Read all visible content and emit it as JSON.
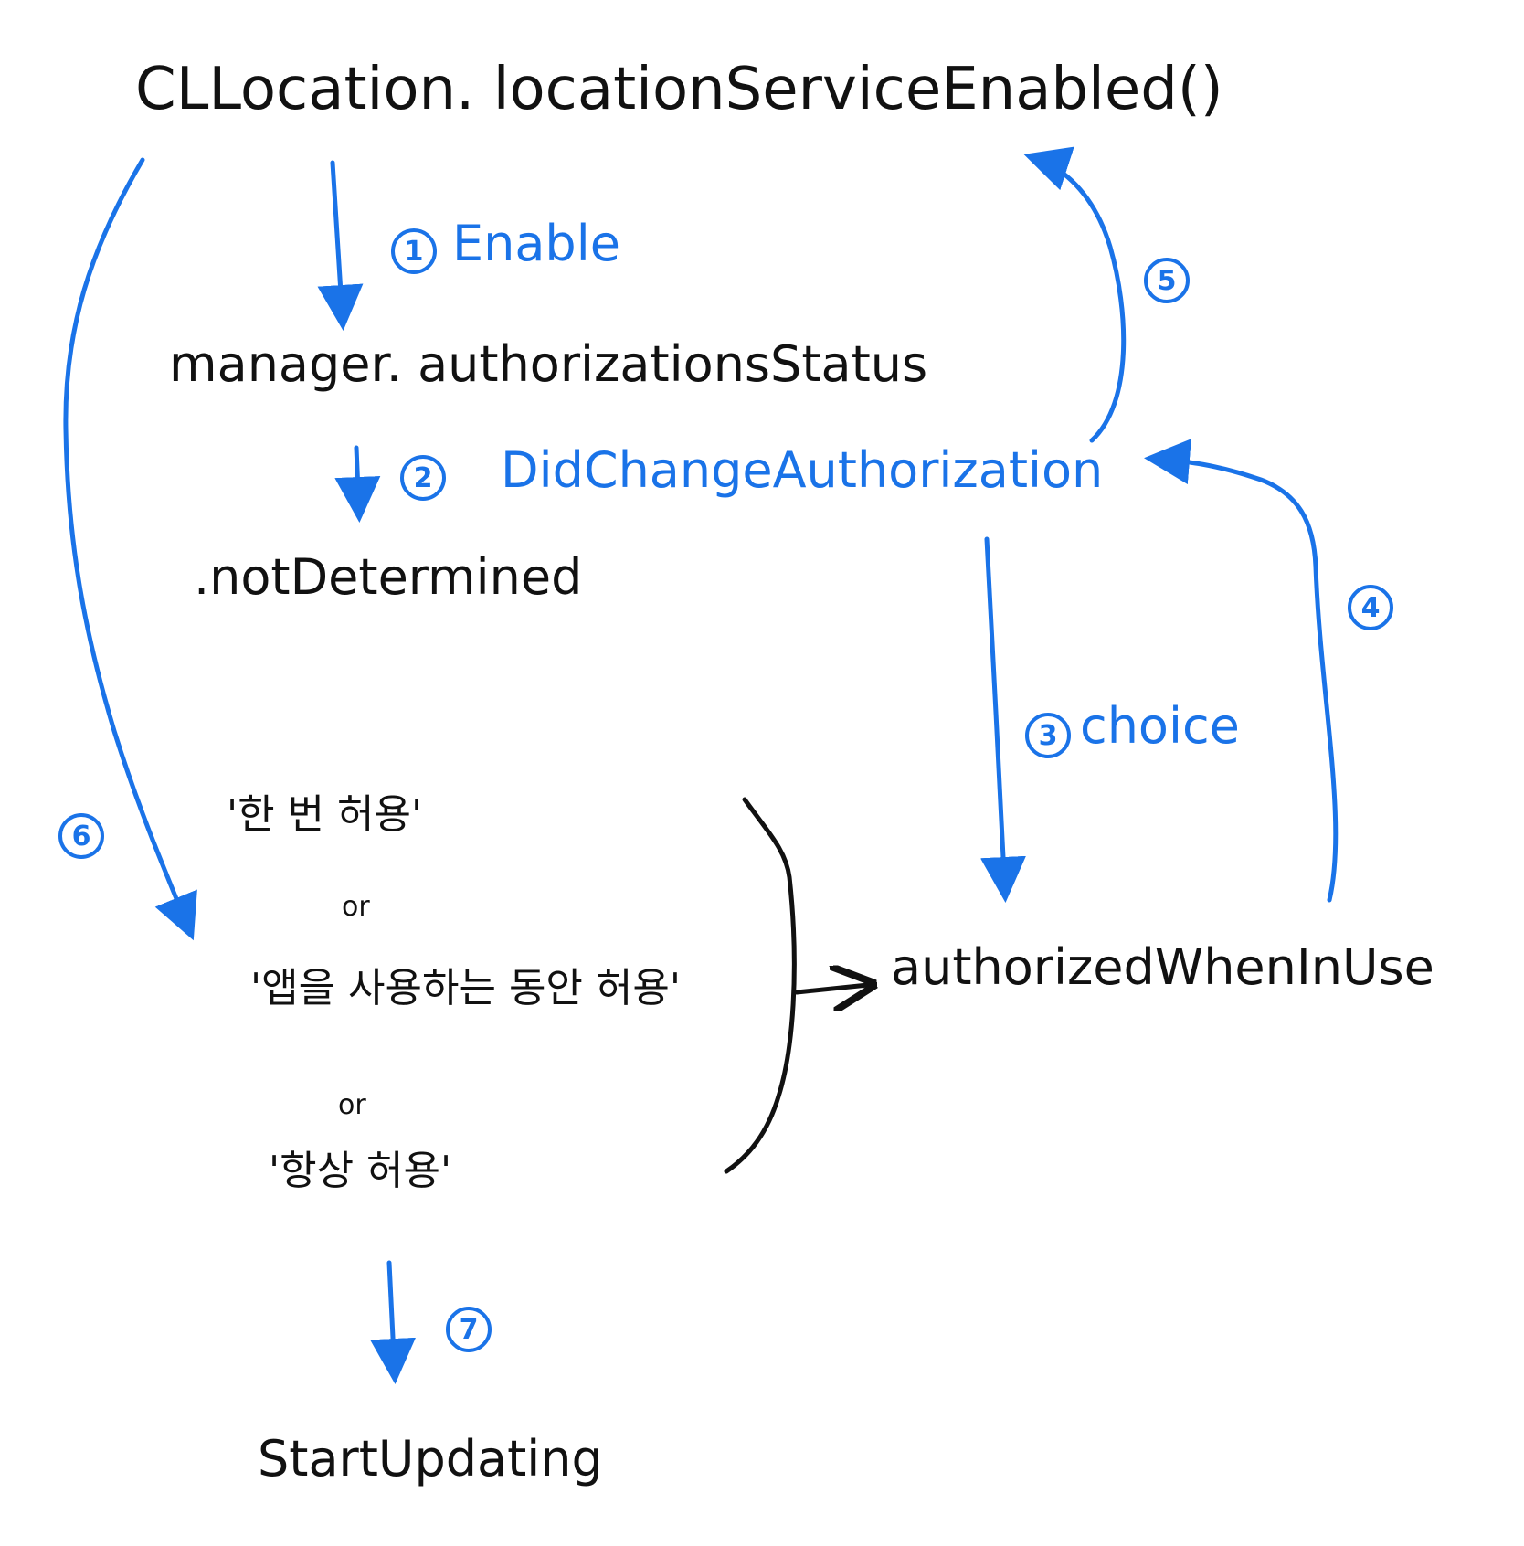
{
  "colors": {
    "ink": "#111111",
    "accent": "#1a73e8"
  },
  "nodes": {
    "location_check": "CLLocation. locationServiceEnabled()",
    "authorization_status": "manager. authorizationsStatus",
    "not_determined": ".notDetermined",
    "option_once": "'한 번 허용'",
    "or_1": "or",
    "option_while_using": "'앱을 사용하는 동안 허용'",
    "or_2": "or",
    "option_always": "'항상 허용'",
    "authorized_when_in_use": "authorizedWhenInUse",
    "start_updating": "StartUpdating"
  },
  "edges": {
    "e1": {
      "step": "1",
      "label": "Enable"
    },
    "e2": {
      "step": "2",
      "label": "DidChangeAuthorization"
    },
    "e3": {
      "step": "3",
      "label": "choice"
    },
    "e4": {
      "step": "4"
    },
    "e5": {
      "step": "5"
    },
    "e6": {
      "step": "6"
    },
    "e7": {
      "step": "7"
    }
  }
}
